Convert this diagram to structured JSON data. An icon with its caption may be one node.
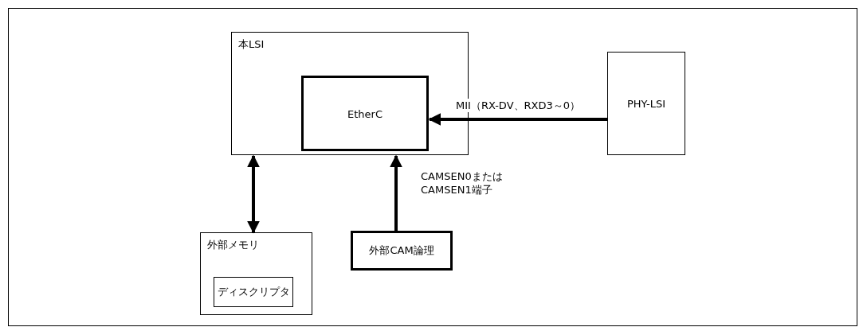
{
  "diagram": {
    "nodes": [
      {
        "text": [
          "本LSI"
        ]
      },
      {
        "text": [
          "EtherC"
        ],
        "in": 0
      },
      {
        "text": [
          "PHY-LSI"
        ]
      },
      {
        "text": [
          "外部メモリ"
        ]
      },
      {
        "text": [
          "ディスクリプタ"
        ],
        "in": 3
      },
      {
        "text": [
          "外部CAM論理"
        ]
      }
    ],
    "edges": [
      {
        "from": 2,
        "to": 1,
        "arrow": "to",
        "label": "MII（RX-DV、RXD3～0）"
      },
      {
        "from": 3,
        "to": 0,
        "arrow": "both"
      },
      {
        "from": 5,
        "to": 0,
        "arrow": "to",
        "label": "CAMSEN0または CAMSEN1端子"
      }
    ]
  }
}
